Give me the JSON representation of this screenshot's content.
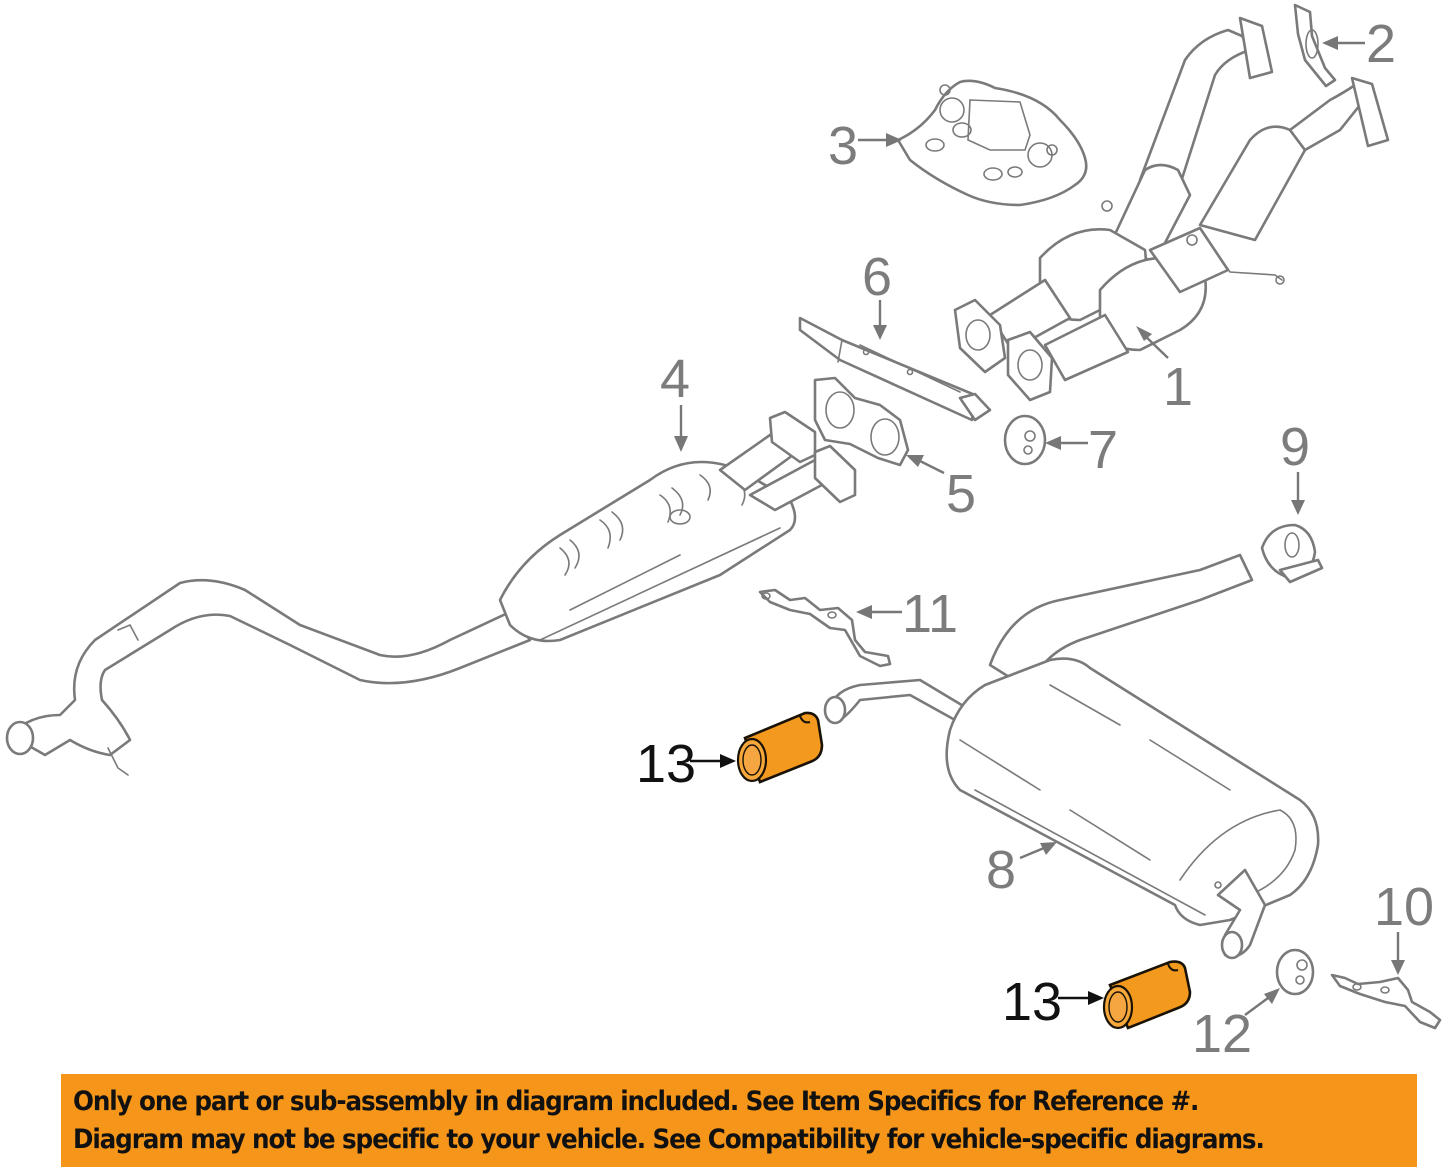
{
  "diagram": {
    "title": "Exhaust system parts diagram",
    "highlight_color": "#f39a1e",
    "line_color": "#7a7a7a",
    "callouts": [
      {
        "id": "1",
        "label": "1"
      },
      {
        "id": "2",
        "label": "2"
      },
      {
        "id": "3",
        "label": "3"
      },
      {
        "id": "4",
        "label": "4"
      },
      {
        "id": "5",
        "label": "5"
      },
      {
        "id": "6",
        "label": "6"
      },
      {
        "id": "7",
        "label": "7"
      },
      {
        "id": "8",
        "label": "8"
      },
      {
        "id": "9",
        "label": "9"
      },
      {
        "id": "10",
        "label": "10"
      },
      {
        "id": "11",
        "label": "11"
      },
      {
        "id": "12",
        "label": "12"
      },
      {
        "id": "13a",
        "label": "13",
        "highlighted": true
      },
      {
        "id": "13b",
        "label": "13",
        "highlighted": true
      }
    ]
  },
  "banner": {
    "background": "#f5961a",
    "line1": "Only one part or sub-assembly in diagram included. See Item Specifics for Reference #.",
    "line2": "Diagram may not be specific to your vehicle. See Compatibility for vehicle-specific diagrams."
  }
}
